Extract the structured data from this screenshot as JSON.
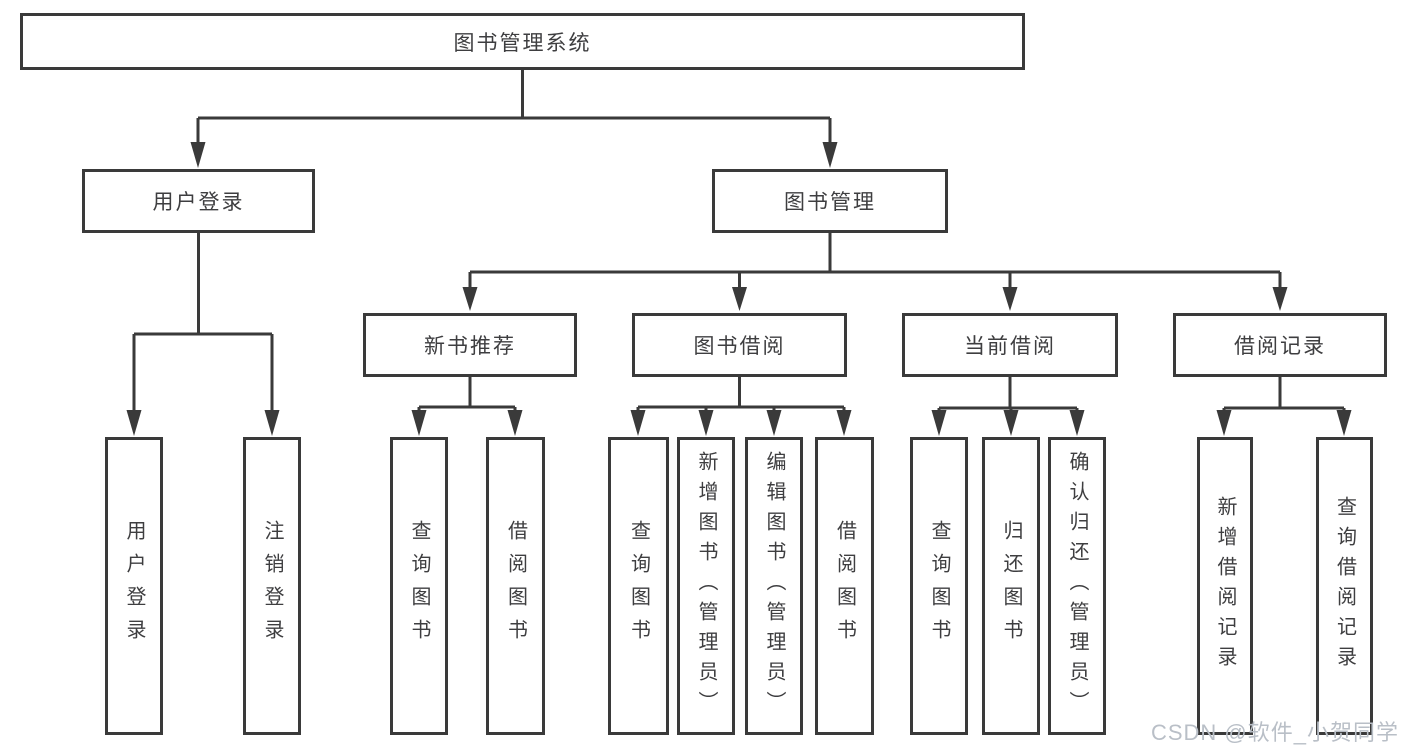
{
  "tree": {
    "label": "图书管理系统",
    "children": [
      {
        "label": "用户登录",
        "children": [
          {
            "label": "用户登录"
          },
          {
            "label": "注销登录"
          }
        ]
      },
      {
        "label": "图书管理",
        "children": [
          {
            "label": "新书推荐",
            "children": [
              {
                "label": "查询图书"
              },
              {
                "label": "借阅图书"
              }
            ]
          },
          {
            "label": "图书借阅",
            "children": [
              {
                "label": "查询图书"
              },
              {
                "label": "新增图书（管理员）"
              },
              {
                "label": "编辑图书（管理员）"
              },
              {
                "label": "借阅图书"
              }
            ]
          },
          {
            "label": "当前借阅",
            "children": [
              {
                "label": "查询图书"
              },
              {
                "label": "归还图书"
              },
              {
                "label": "确认归还（管理员）"
              }
            ]
          },
          {
            "label": "借阅记录",
            "children": [
              {
                "label": "新增借阅记录"
              },
              {
                "label": "查询借阅记录"
              }
            ]
          }
        ]
      }
    ]
  },
  "watermark": "CSDN @软件_小贺同学",
  "colors": {
    "line": "#3a3a3a",
    "text": "#3e3e40",
    "watermark": "#b9bfc7",
    "background": "#ffffff"
  }
}
